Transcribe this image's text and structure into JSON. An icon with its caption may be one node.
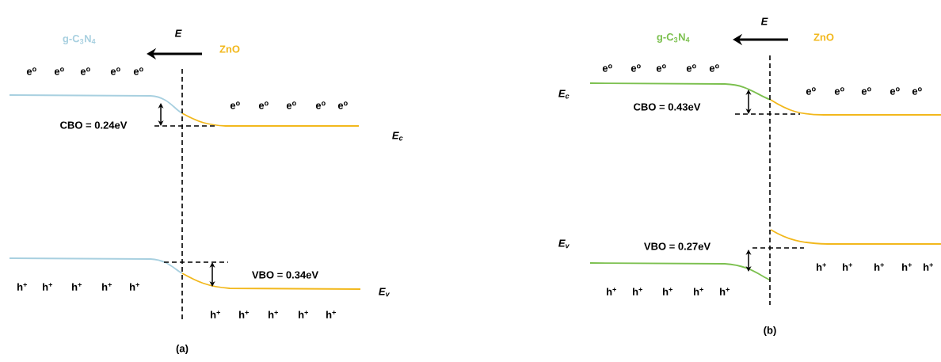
{
  "diagram": {
    "labels": [
      "E",
      "g-C$_{3}$N$_{4}$",
      "ZnO",
      "e$^{o}$",
      "e$^{o}$",
      "e$^{o}$",
      "e$^{o}$",
      "e$^{o}$",
      "e$^{o}$",
      "e$^{o}$",
      "e$^{o}$",
      "e$^{o}$",
      "e$^{o}$",
      "CBO = 0.24eV",
      "E$_{c}$",
      "VBO = 0.34eV",
      "h$^{+}$",
      "h$^{+}$",
      "h$^{+}$",
      "h$^{+}$",
      "h$^{+}$",
      "E$_{v}$",
      "h$^{+}$",
      "h$^{+}$",
      "h$^{+}$",
      "h$^{+}$",
      "h$^{+}$",
      "(a)",
      "E",
      "g-C$_{3}$N$_{4}$",
      "ZnO",
      "e$^{o}$",
      "e$^{o}$",
      "e$^{o}$",
      "e$^{o}$",
      "e$^{o}$",
      "E$_{c}$",
      "CBO = 0.43eV",
      "e$^{o}$",
      "e$^{o}$",
      "e$^{o}$",
      "e$^{o}$",
      "e$^{o}$",
      "E$_{v}$",
      "VBO = 0.27eV",
      "h$^{+}$",
      "h$^{+}$",
      "h$^{+}$",
      "h$^{+}$",
      "h$^{+}$",
      "h$^{+}$",
      "h$^{+}$",
      "h$^{+}$",
      "h$^{+}$",
      "h$^{+}$",
      "(b)"
    ]
  }
}
